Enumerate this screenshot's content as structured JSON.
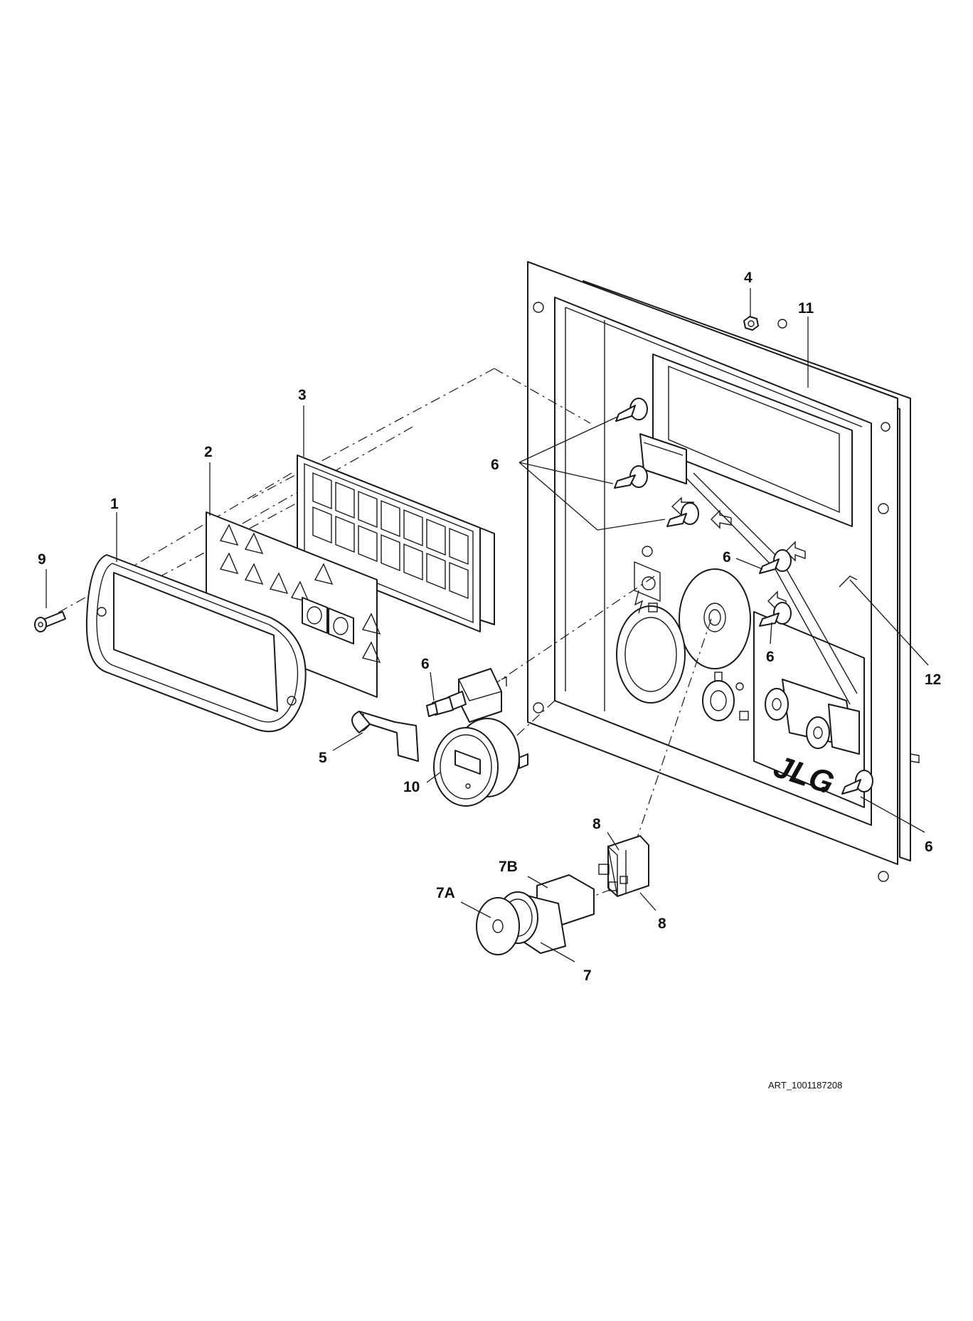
{
  "callouts": {
    "c1": "1",
    "c2": "2",
    "c3": "3",
    "c4": "4",
    "c5": "5",
    "c6a": "6",
    "c6b": "6",
    "c6c": "6",
    "c6d": "6",
    "c6e": "6",
    "c7": "7",
    "c7a": "7A",
    "c7b": "7B",
    "c8a": "8",
    "c8b": "8",
    "c9": "9",
    "c10": "10",
    "c11": "11",
    "c12": "12"
  },
  "logo_text": "JLG",
  "art_reference": "ART_1001187208"
}
